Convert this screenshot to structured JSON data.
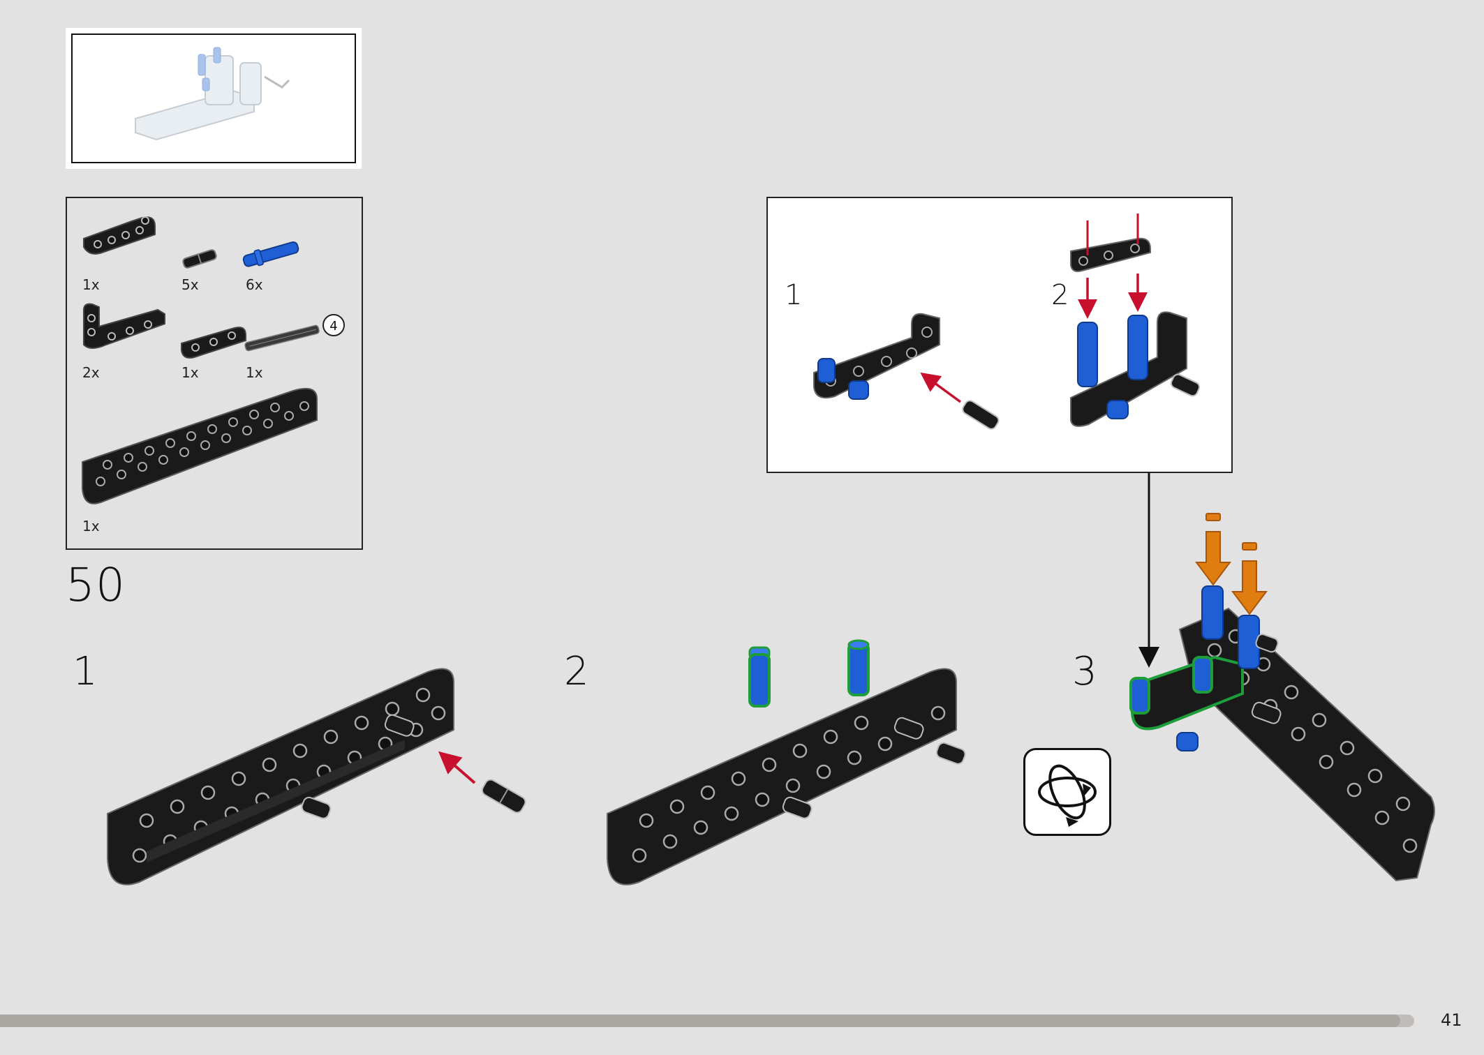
{
  "step": {
    "number": "50",
    "progress": 0.99
  },
  "parts_list": {
    "items": [
      {
        "name": "L-beam 2x4",
        "qty": "1x",
        "color": "#1a1a1a"
      },
      {
        "name": "friction pin",
        "qty": "5x",
        "color": "#1a1a1a"
      },
      {
        "name": "long pin with friction",
        "qty": "6x",
        "color": "#1f5fd6"
      },
      {
        "name": "L-beam 2x3",
        "qty": "2x",
        "color": "#1a1a1a"
      },
      {
        "name": "beam 3",
        "qty": "1x",
        "color": "#1a1a1a"
      },
      {
        "name": "axle 4",
        "qty": "1x",
        "color": "#3a3a3a",
        "size_label": "4"
      },
      {
        "name": "frame 5x11",
        "qty": "1x",
        "color": "#1a1a1a"
      }
    ]
  },
  "substeps": [
    {
      "label": "1"
    },
    {
      "label": "2"
    },
    {
      "label": "3"
    }
  ],
  "callout": {
    "steps": [
      {
        "label": "1"
      },
      {
        "label": "2"
      }
    ]
  },
  "colors": {
    "background": "#e2e2e2",
    "part_dark": "#1a1a1a",
    "pin_blue": "#1f5fd6",
    "arrow_red": "#c8102e",
    "arrow_orange": "#e07d10",
    "highlight_green": "#1e9e3a"
  },
  "icons": {
    "rotate": "rotate-model-icon"
  },
  "page_number": "41"
}
